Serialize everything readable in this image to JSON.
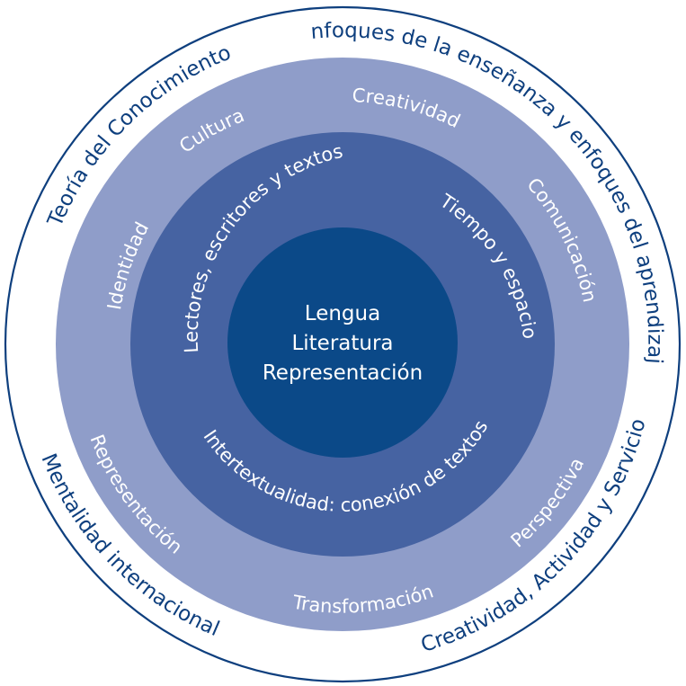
{
  "colors": {
    "outer_ring_stroke": "#0e3f7e",
    "outer_text": "#0e3f7e",
    "ring2_fill": "#8f9dc9",
    "ring3_fill": "#4663a2",
    "core_fill": "#0b4988",
    "inner_text": "#ffffff"
  },
  "center": {
    "line1": "Lengua",
    "line2": "Literatura",
    "line3": "Representación"
  },
  "outer_ring": {
    "teoria": "Teoría del Conocimiento",
    "enfoques": "Enfoques de la enseñanza y enfoques del aprendizaje",
    "mentalidad": "Mentalidad internacional",
    "creatividad_cas": "Creatividad, Actividad y Servicio"
  },
  "concepts_ring": {
    "cultura": "Cultura",
    "creatividad": "Creatividad",
    "identidad": "Identidad",
    "comunicacion": "Comunicación",
    "representacion": "Representación",
    "perspectiva": "Perspectiva",
    "transformacion": "Transformación"
  },
  "areas_ring": {
    "lectores": "Lectores, escritores y textos",
    "tiempo": "Tiempo y espacio",
    "intertextualidad": "Intertextualidad: conexión de textos"
  }
}
